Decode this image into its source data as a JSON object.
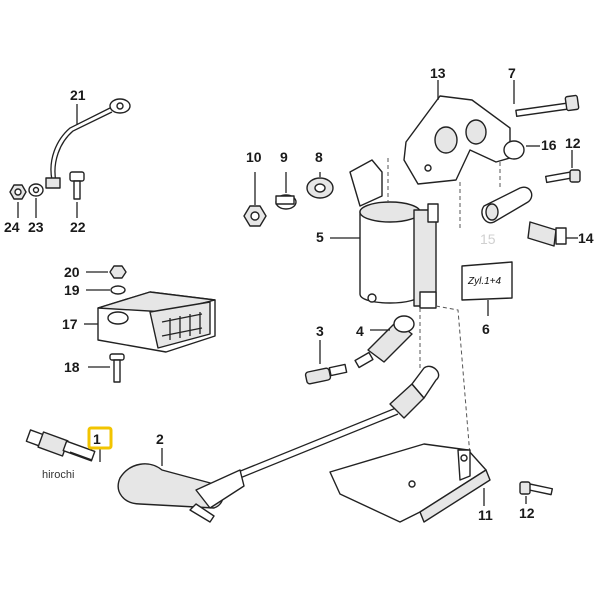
{
  "labels": {
    "n1": "1",
    "n2": "2",
    "n3": "3",
    "n4": "4",
    "n5": "5",
    "n6": "6",
    "n7": "7",
    "n8": "8",
    "n9": "9",
    "n10": "10",
    "n11": "11",
    "n12a": "12",
    "n12b": "12",
    "n13": "13",
    "n14": "14",
    "n15": "15",
    "n16": "16",
    "n17": "17",
    "n18": "18",
    "n19": "19",
    "n20": "20",
    "n21": "21",
    "n22": "22",
    "n23": "23",
    "n24": "24"
  },
  "tag_text": "Zyl.1+4",
  "watermark": "hirochi",
  "highlight_color": "#f2c400"
}
